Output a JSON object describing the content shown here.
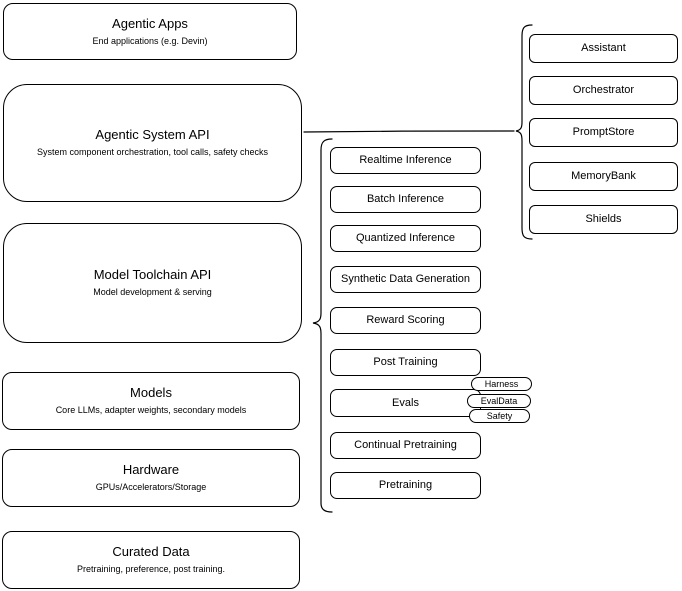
{
  "diagram": {
    "left_column": [
      {
        "title": "Agentic Apps",
        "subtitle": "End applications (e.g. Devin)"
      },
      {
        "title": "Agentic System API",
        "subtitle": "System component orchestration, tool calls, safety checks"
      },
      {
        "title": "Model Toolchain API",
        "subtitle": "Model development & serving"
      },
      {
        "title": "Models",
        "subtitle": "Core LLMs, adapter weights, secondary models"
      },
      {
        "title": "Hardware",
        "subtitle": "GPUs/Accelerators/Storage"
      },
      {
        "title": "Curated Data",
        "subtitle": "Pretraining, preference, post training."
      }
    ],
    "middle_column": [
      "Realtime Inference",
      "Batch Inference",
      "Quantized Inference",
      "Synthetic Data Generation",
      "Reward Scoring",
      "Post Training",
      "Evals",
      "Continual Pretraining",
      "Pretraining"
    ],
    "eval_tags": [
      "Harness",
      "EvalData",
      "Safety"
    ],
    "right_column": [
      "Assistant",
      "Orchestrator",
      "PromptStore",
      "MemoryBank",
      "Shields"
    ],
    "colors": {
      "stroke": "#000000",
      "fill": "#ffffff"
    }
  }
}
